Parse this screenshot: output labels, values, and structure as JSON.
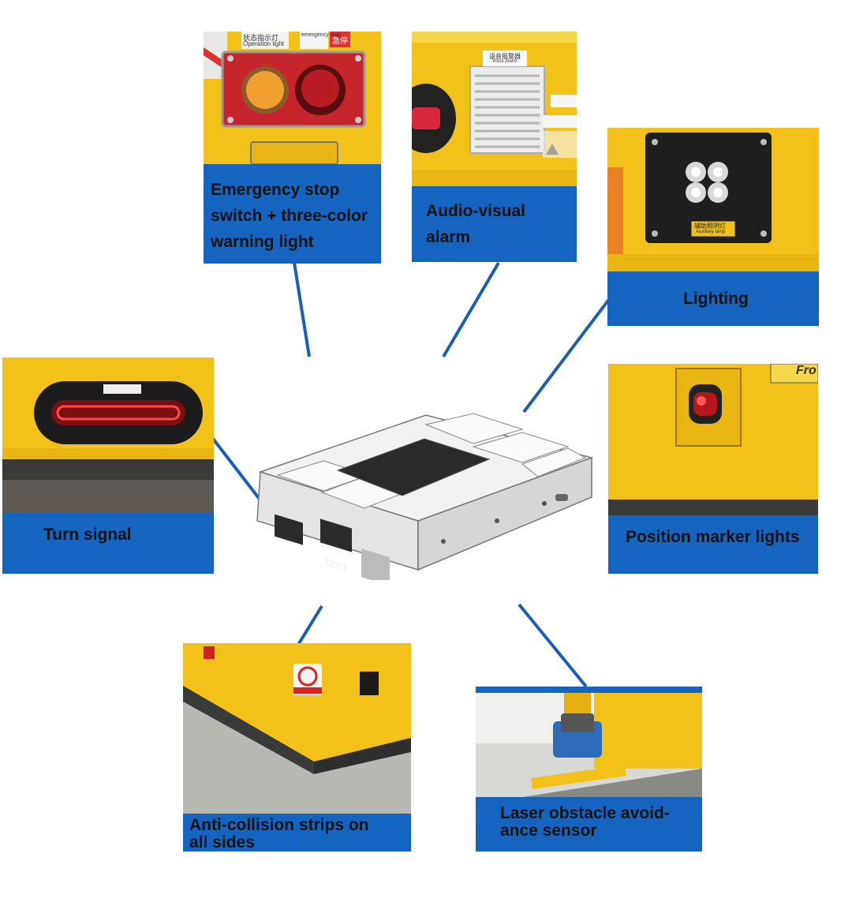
{
  "colors": {
    "panel_blue": "#1565c0",
    "machine_yellow": "#f5c518",
    "connector_line": "#1a5fb4",
    "label_text": "#111111"
  },
  "features": [
    {
      "id": "emergency",
      "label_lines": [
        "Emergency stop",
        "switch + three-color",
        "warning light"
      ],
      "photo_text": {
        "operation_light_cn": "状态指示灯",
        "operation_light_en": "Operation light",
        "emergency_cn": "急停",
        "emergency_en": "emergency stop"
      }
    },
    {
      "id": "audio",
      "label_lines": [
        "Audio-visual",
        "alarm"
      ],
      "photo_text": {
        "plate_cn": "语音报警器",
        "plate_en": "Voice Alarm"
      }
    },
    {
      "id": "lighting",
      "label_lines": [
        "Lighting"
      ],
      "photo_text": {
        "plate_cn": "辅助照明灯",
        "plate_en": "Auxiliary lamp"
      }
    },
    {
      "id": "turn",
      "label_lines": [
        "Turn signal"
      ]
    },
    {
      "id": "marker",
      "label_lines": [
        "Position marker lights"
      ],
      "photo_text": {
        "partial": "Fro"
      }
    },
    {
      "id": "anticollision",
      "label_lines": [
        "Anti-collision strips on",
        "all sides"
      ]
    },
    {
      "id": "laser",
      "label_lines": [
        "Laser obstacle avoid-",
        "ance sensor"
      ]
    }
  ],
  "vehicle": {
    "display_text": "1201"
  }
}
